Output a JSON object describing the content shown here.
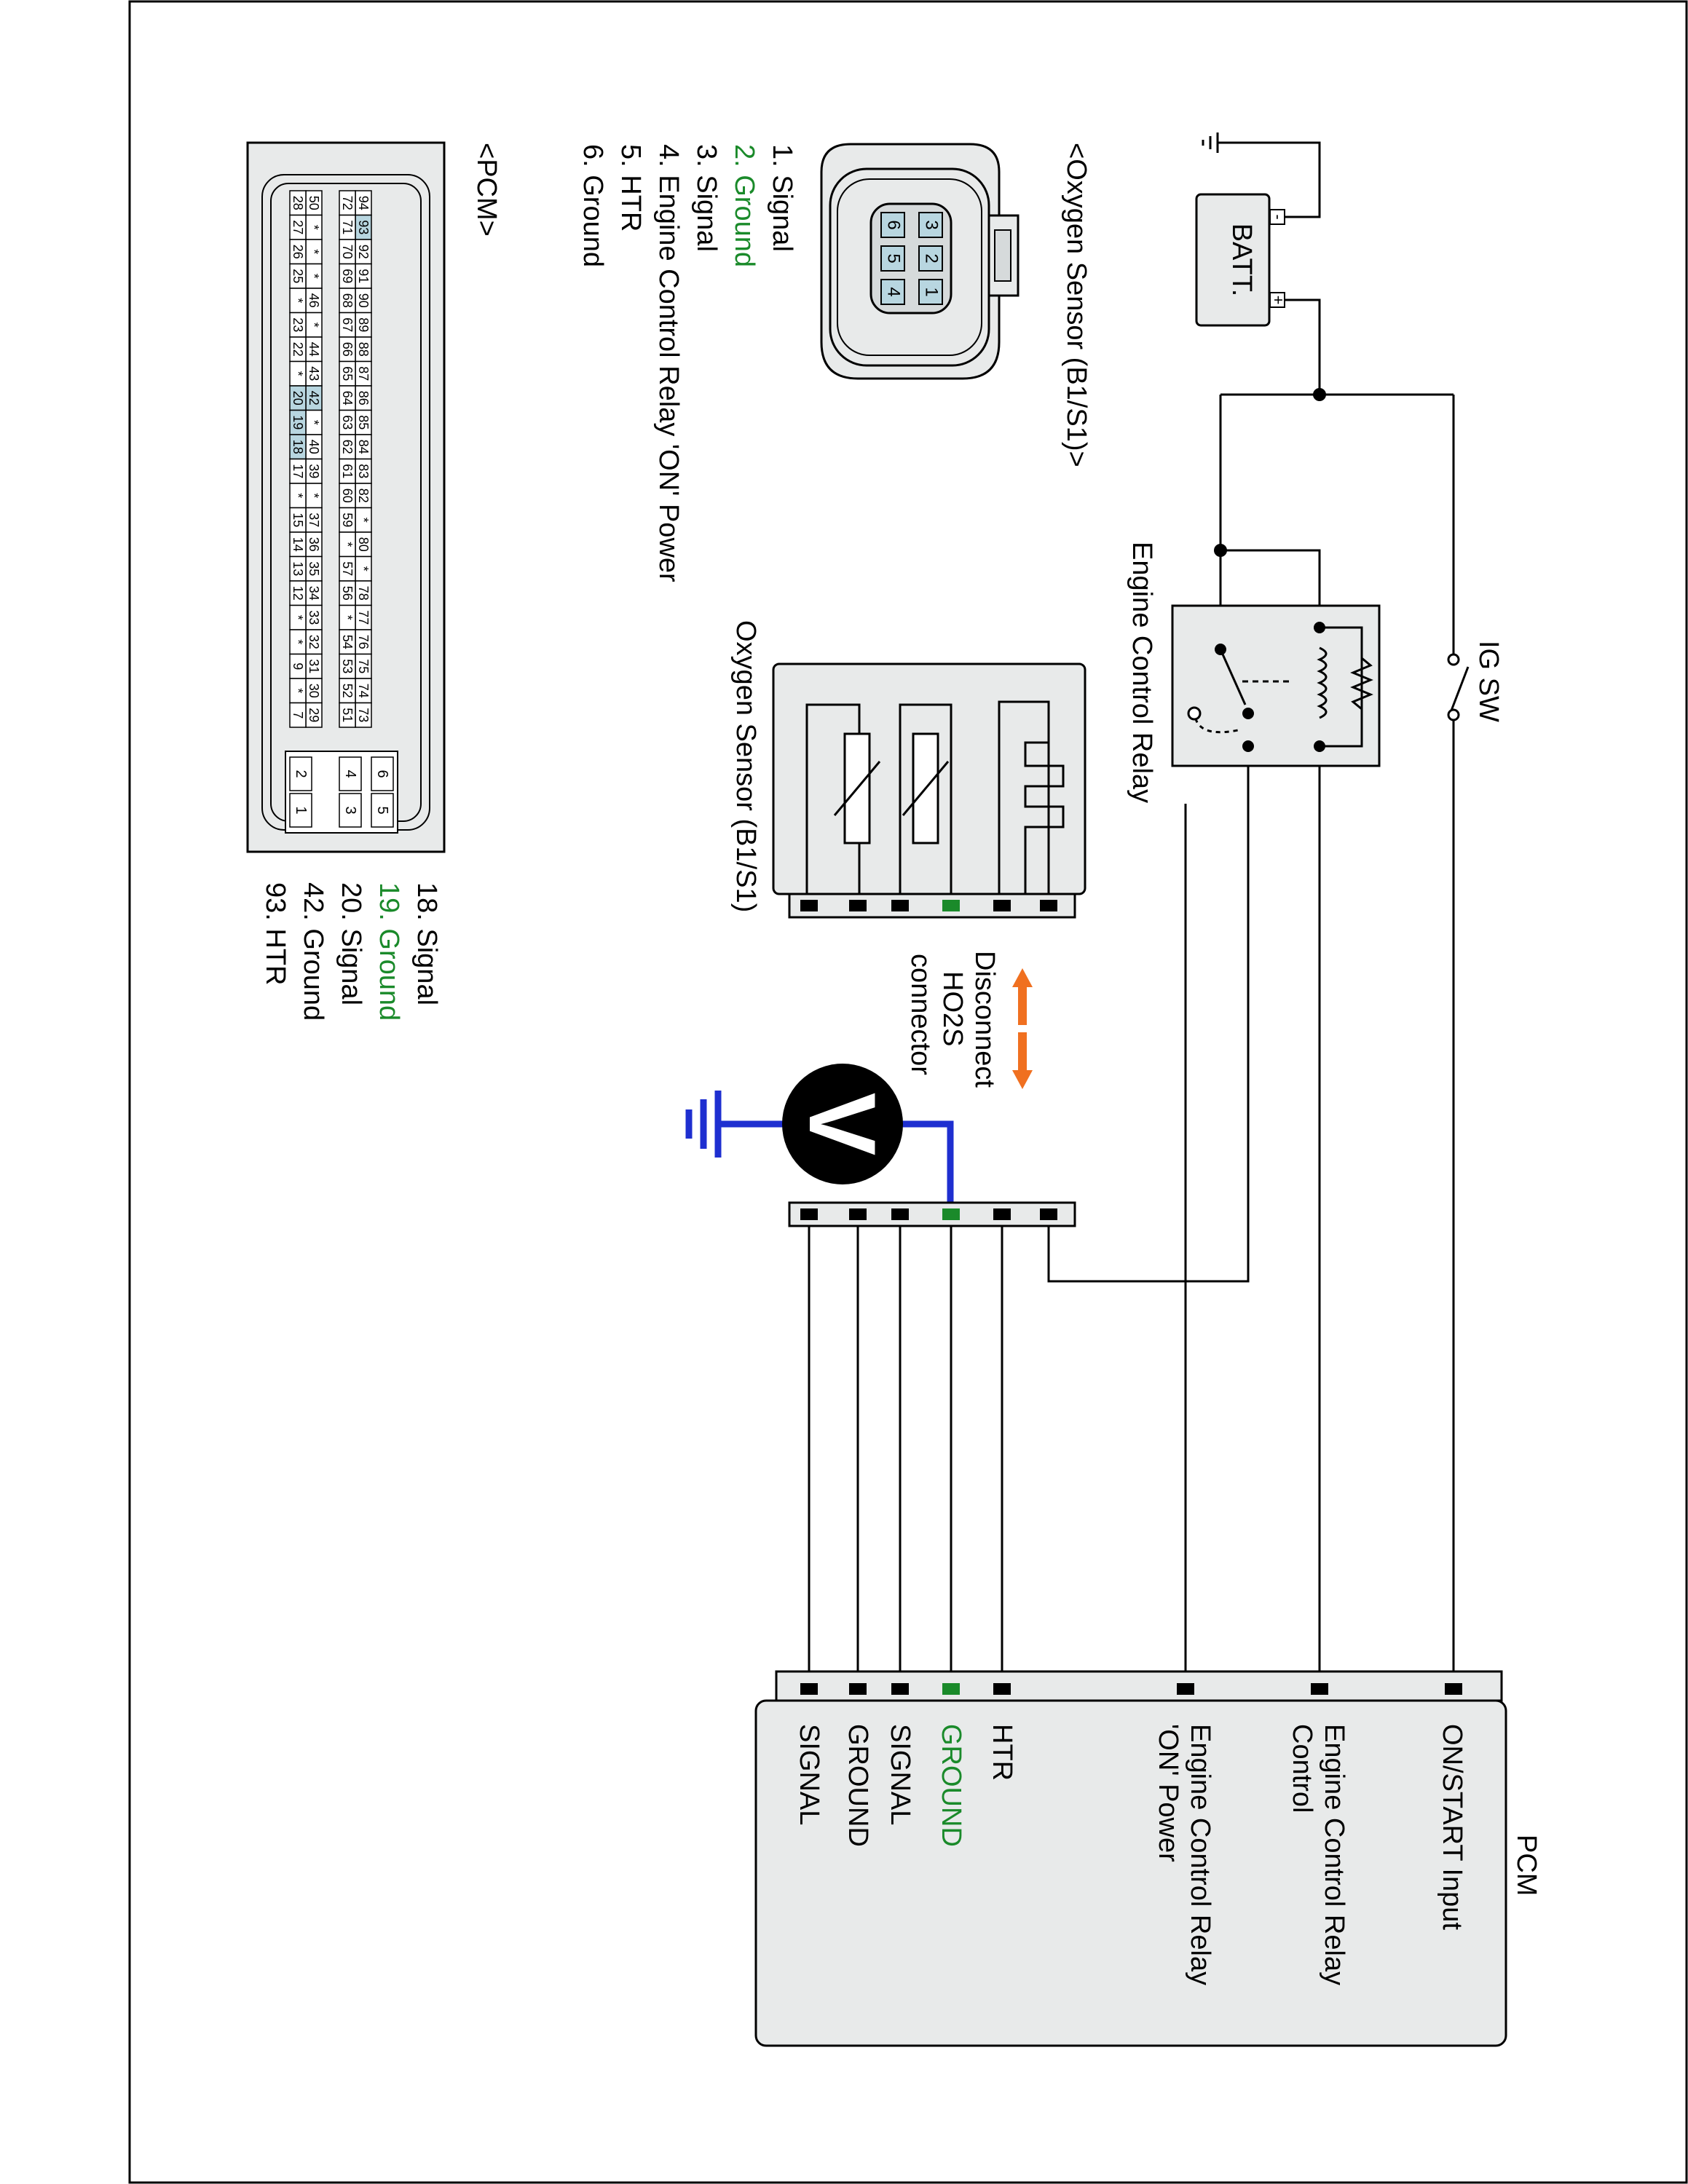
{
  "colors": {
    "ground_green": "#1a8a2a",
    "meter_blue": "#1e2fd0",
    "disconnect_orange": "#f07020",
    "pin_highlight": "#b8d6e0",
    "box_fill": "#e8eaea"
  },
  "battery": {
    "label": "BATT.",
    "minus": "-",
    "plus": "+"
  },
  "ig_sw": {
    "label": "IG SW"
  },
  "relay": {
    "label": "Engine Control Relay"
  },
  "o2_connector": {
    "title": "<Oxygen Sensor (B1/S1)>",
    "pins": [
      "1",
      "2",
      "3",
      "4",
      "5",
      "6"
    ],
    "legend": [
      {
        "text": "1. Signal",
        "green": false
      },
      {
        "text": "2. Ground",
        "green": true
      },
      {
        "text": "3. Signal",
        "green": false
      },
      {
        "text": "4. Engine Control Relay 'ON' Power",
        "green": false
      },
      {
        "text": "5. HTR",
        "green": false
      },
      {
        "text": "6. Ground",
        "green": false
      }
    ]
  },
  "sensor_box": {
    "label": "Oxygen Sensor (B1/S1)"
  },
  "disconnect": {
    "line1": "Disconnect",
    "line2": "HO2S",
    "line3": "connector"
  },
  "voltmeter": {
    "symbol": "V"
  },
  "pcm_connector": {
    "title": "<PCM>",
    "row1": [
      "94",
      "93",
      "92",
      "91",
      "90",
      "89",
      "88",
      "87",
      "86",
      "85",
      "84",
      "83",
      "82",
      "*",
      "80",
      "*",
      "78",
      "77",
      "76",
      "75",
      "74",
      "73"
    ],
    "row2": [
      "72",
      "71",
      "70",
      "69",
      "68",
      "67",
      "66",
      "65",
      "64",
      "63",
      "62",
      "61",
      "60",
      "59",
      "*",
      "57",
      "56",
      "*",
      "54",
      "53",
      "52",
      "51"
    ],
    "row3": [
      "50",
      "*",
      "*",
      "*",
      "46",
      "*",
      "44",
      "43",
      "42",
      "*",
      "40",
      "39",
      "*",
      "37",
      "36",
      "35",
      "34",
      "33",
      "32",
      "31",
      "30",
      "29"
    ],
    "row4": [
      "28",
      "27",
      "26",
      "25",
      "*",
      "23",
      "22",
      "*",
      "20",
      "19",
      "18",
      "17",
      "*",
      "15",
      "14",
      "13",
      "12",
      "*",
      "*",
      "9",
      "*",
      "7"
    ],
    "small": [
      "6",
      "5",
      "4",
      "3",
      "2",
      "1"
    ],
    "legend": [
      {
        "text": "18. Signal",
        "green": false
      },
      {
        "text": "19. Ground",
        "green": true
      },
      {
        "text": "20. Signal",
        "green": false
      },
      {
        "text": "42. Ground",
        "green": false
      },
      {
        "text": "93. HTR",
        "green": false
      }
    ]
  },
  "pcm_box": {
    "title": "PCM",
    "labels": [
      {
        "text": "ON/START Input",
        "green": false
      },
      {
        "text": "Engine Control Relay",
        "green": false
      },
      {
        "text": "Control",
        "green": false
      },
      {
        "text": "Engine Control Relay",
        "green": false
      },
      {
        "text": "'ON' Power",
        "green": false
      },
      {
        "text": "HTR",
        "green": false
      },
      {
        "text": "GROUND",
        "green": true
      },
      {
        "text": "SIGNAL",
        "green": false
      },
      {
        "text": "GROUND",
        "green": false
      },
      {
        "text": "SIGNAL",
        "green": false
      }
    ]
  }
}
